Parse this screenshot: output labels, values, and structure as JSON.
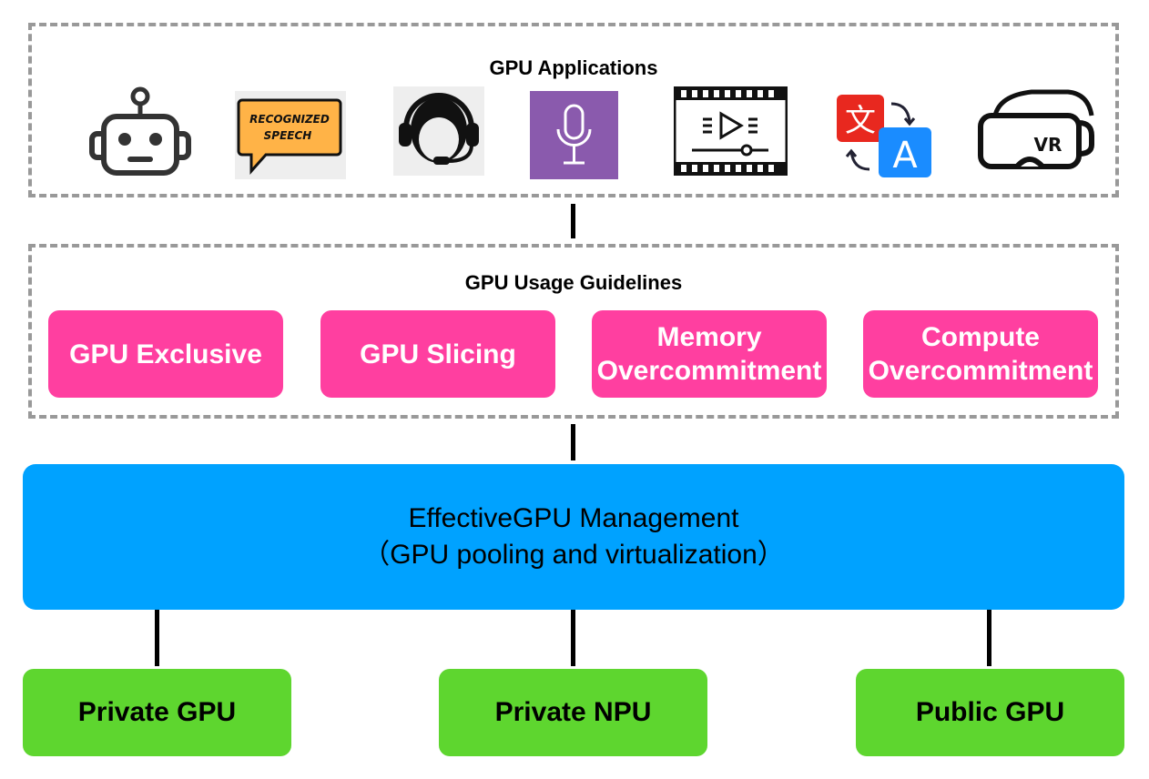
{
  "applications": {
    "title": "GPU Applications",
    "icons": [
      "robot-icon",
      "recognized-speech-icon",
      "headset-icon",
      "microphone-icon",
      "video-player-icon",
      "translate-icon",
      "vr-headset-icon"
    ],
    "speech_text_line1": "RECOGNIZED",
    "speech_text_line2": "SPEECH",
    "translate_glyph_src": "文",
    "translate_glyph_dst": "A",
    "vr_text": "VR"
  },
  "guidelines": {
    "title": "GPU Usage Guidelines",
    "items": [
      {
        "line1": "GPU Exclusive",
        "line2": ""
      },
      {
        "line1": "GPU Slicing",
        "line2": ""
      },
      {
        "line1": "Memory",
        "line2": "Overcommitment"
      },
      {
        "line1": "Compute",
        "line2": "Overcommitment"
      }
    ]
  },
  "management": {
    "line1": "EffectiveGPU Management",
    "line2": "（GPU pooling and virtualization）"
  },
  "resources": [
    {
      "label": "Private GPU"
    },
    {
      "label": "Private NPU"
    },
    {
      "label": "Public GPU"
    }
  ],
  "colors": {
    "guideline_fill": "#ff3fa0",
    "management_fill": "#00a2ff",
    "resource_fill": "#5ed62f",
    "dash_border": "#999999"
  }
}
